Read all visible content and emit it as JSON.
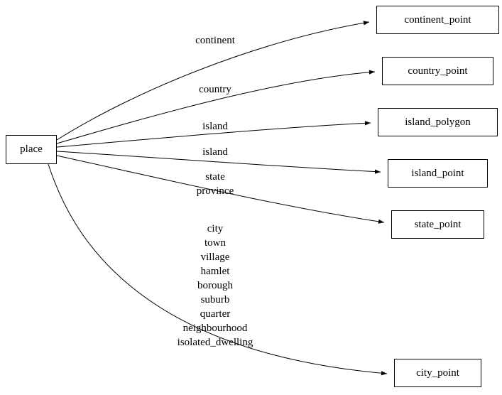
{
  "diagram": {
    "source": {
      "label": "place"
    },
    "targets": [
      {
        "label": "continent_point"
      },
      {
        "label": "country_point"
      },
      {
        "label": "island_polygon"
      },
      {
        "label": "island_point"
      },
      {
        "label": "state_point"
      },
      {
        "label": "city_point"
      }
    ],
    "edges": [
      {
        "lines": [
          "continent"
        ]
      },
      {
        "lines": [
          "country"
        ]
      },
      {
        "lines": [
          "island"
        ]
      },
      {
        "lines": [
          "island"
        ]
      },
      {
        "lines": [
          "state",
          "province"
        ]
      },
      {
        "lines": [
          "city",
          "town",
          "village",
          "hamlet",
          "borough",
          "suburb",
          "quarter",
          "neighbourhood",
          "isolated_dwelling"
        ]
      }
    ],
    "colors": {
      "stroke": "#000000",
      "background": "#ffffff"
    }
  }
}
